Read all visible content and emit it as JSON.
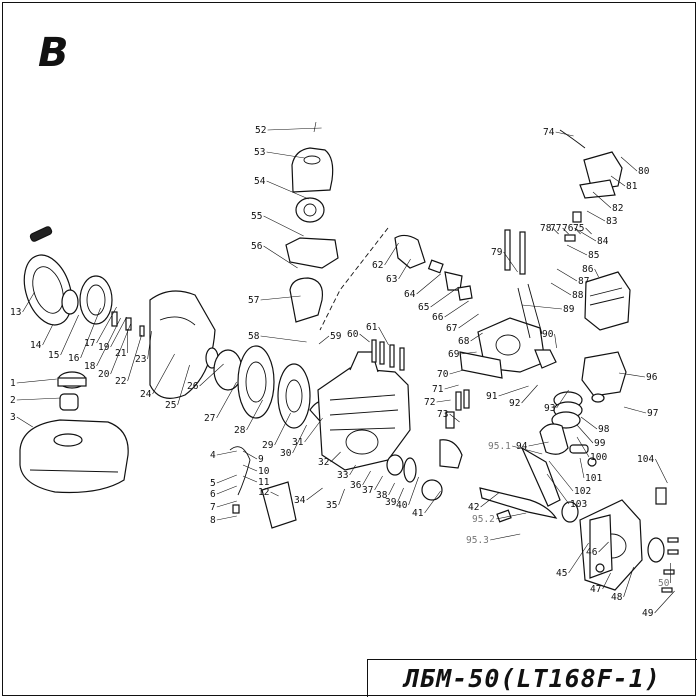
{
  "diagram": {
    "section_letter": "B",
    "model_title": "ЛБМ-50(LT168F-1)"
  },
  "callouts": [
    "1",
    "2",
    "3",
    "4",
    "5",
    "6",
    "7",
    "8",
    "9",
    "10",
    "11",
    "12",
    "13",
    "14",
    "15",
    "16",
    "17",
    "18",
    "19",
    "20",
    "21",
    "22",
    "23",
    "24",
    "25",
    "26",
    "27",
    "28",
    "29",
    "30",
    "31",
    "32",
    "33",
    "34",
    "35",
    "36",
    "37",
    "38",
    "39",
    "40",
    "41",
    "42",
    "45",
    "46",
    "47",
    "48",
    "49",
    "50",
    "52",
    "53",
    "54",
    "55",
    "56",
    "57",
    "58",
    "59",
    "60",
    "61",
    "62",
    "63",
    "64",
    "65",
    "66",
    "67",
    "68",
    "69",
    "70",
    "71",
    "72",
    "73",
    "74",
    "75",
    "76",
    "77",
    "78",
    "79",
    "80",
    "81",
    "82",
    "83",
    "84",
    "85",
    "86",
    "87",
    "88",
    "89",
    "90",
    "91",
    "92",
    "93",
    "94",
    "95.1",
    "95.2",
    "95.3",
    "96",
    "97",
    "98",
    "99",
    "100",
    "101",
    "102",
    "103",
    "104"
  ]
}
